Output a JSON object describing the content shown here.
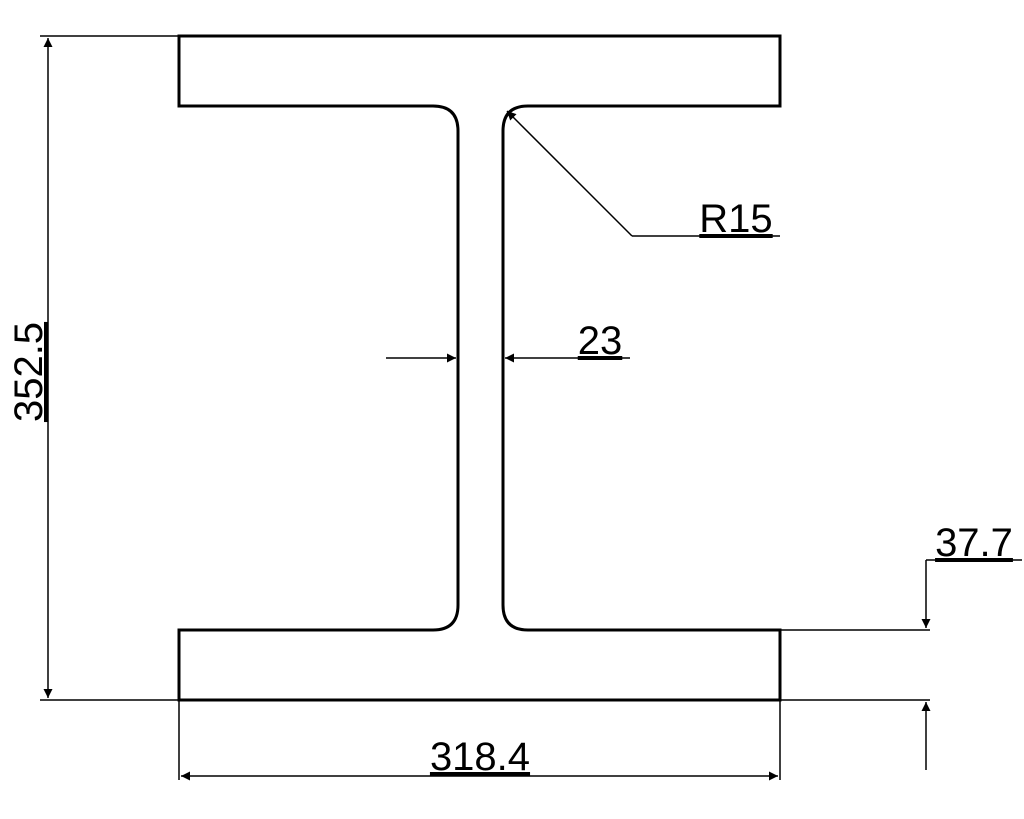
{
  "drawing": {
    "line_color": "#000000",
    "background": "#ffffff",
    "dimensions": {
      "height": "352.5",
      "width": "318.4",
      "web_thickness": "23",
      "flange_thickness": "37.7",
      "root_radius": "R15"
    }
  }
}
